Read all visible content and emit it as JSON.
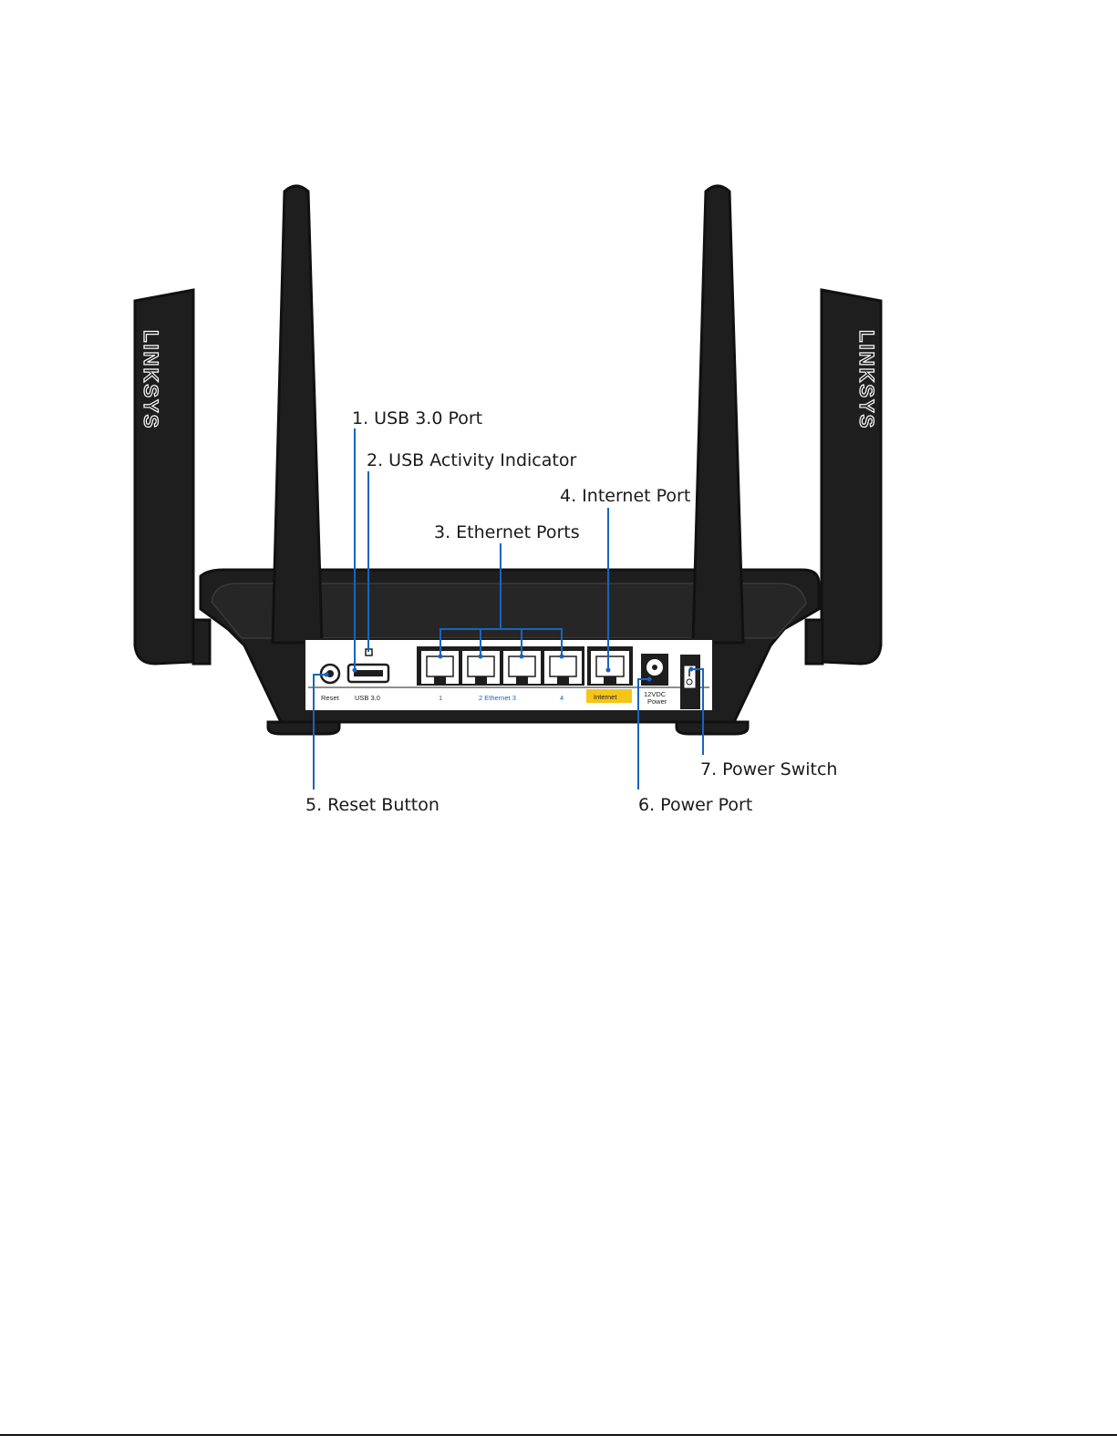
{
  "brand": {
    "antenna_logo": "LINKSYS"
  },
  "colors": {
    "leader_line": "#1565c0",
    "internet_label_bg": "#f5c518",
    "housing": "#1e1e1e"
  },
  "callouts": [
    {
      "id": "usb-port",
      "label": "1. USB 3.0 Port"
    },
    {
      "id": "usb-activity-indicator",
      "label": "2. USB Activity Indicator"
    },
    {
      "id": "ethernet-ports",
      "label": "3. Ethernet Ports"
    },
    {
      "id": "internet-port",
      "label": "4. Internet Port"
    },
    {
      "id": "reset-button",
      "label": "5. Reset Button"
    },
    {
      "id": "power-port",
      "label": "6. Power Port"
    },
    {
      "id": "power-switch",
      "label": "7. Power Switch"
    }
  ],
  "panel_labels": {
    "reset": "Reset",
    "usb": "USB 3.0",
    "eth1": "1",
    "eth23": "2 Ethernet 3",
    "eth4": "4",
    "internet": "Internet",
    "power_dc": "12VDC",
    "power_word": "Power"
  }
}
